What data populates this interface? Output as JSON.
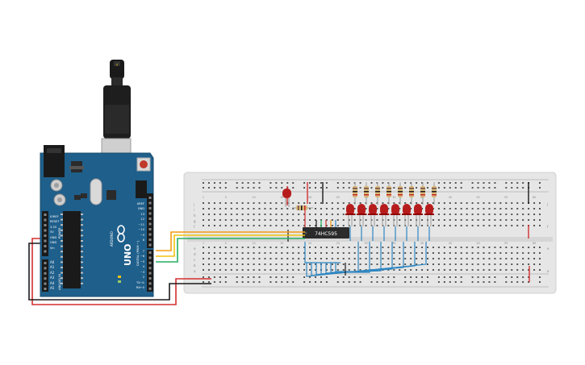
{
  "arduino": {
    "board_name": "UNO",
    "brand": "ARDUINO",
    "power_header": "POWER",
    "analog_header": "ANALOG IN",
    "digital_header": "DIGITAL (PWM ~)",
    "aref": "AREF",
    "gnd": "GND",
    "power_pins": [
      "IOREF",
      "RESET",
      "3.3V",
      "5V",
      "GND",
      "GND",
      "Vin"
    ],
    "analog_pins": [
      "A0",
      "A1",
      "A2",
      "A3",
      "A4",
      "A5"
    ],
    "digital_pins": [
      "13",
      "12",
      "~11",
      "~10",
      "~9",
      "8",
      "7",
      "~6",
      "~5",
      "4",
      "~3",
      "2",
      "TX→1",
      "RX←0"
    ],
    "usb_icon": "usb-cable-icon",
    "reset_button_icon": "reset-button-icon"
  },
  "breadboard": {
    "row_letters_top": [
      "j",
      "i",
      "h",
      "g",
      "f"
    ],
    "row_letters_bottom": [
      "e",
      "d",
      "c",
      "b",
      "a"
    ],
    "column_numbers": [
      "1",
      "5",
      "10",
      "15",
      "20",
      "25",
      "30",
      "35",
      "40",
      "45",
      "50",
      "55",
      "60"
    ]
  },
  "ic": {
    "label": "74HC595"
  },
  "colors": {
    "board_blue": "#1f5f8b",
    "breadboard": "#e8e8e8",
    "wire_red": "#d32f2f",
    "wire_black": "#1a1a1a",
    "wire_orange": "#f39c12",
    "wire_yellow": "#f1c40f",
    "wire_green": "#27ae60",
    "wire_blue": "#2e86c1",
    "led_red": "#b71c1c"
  }
}
